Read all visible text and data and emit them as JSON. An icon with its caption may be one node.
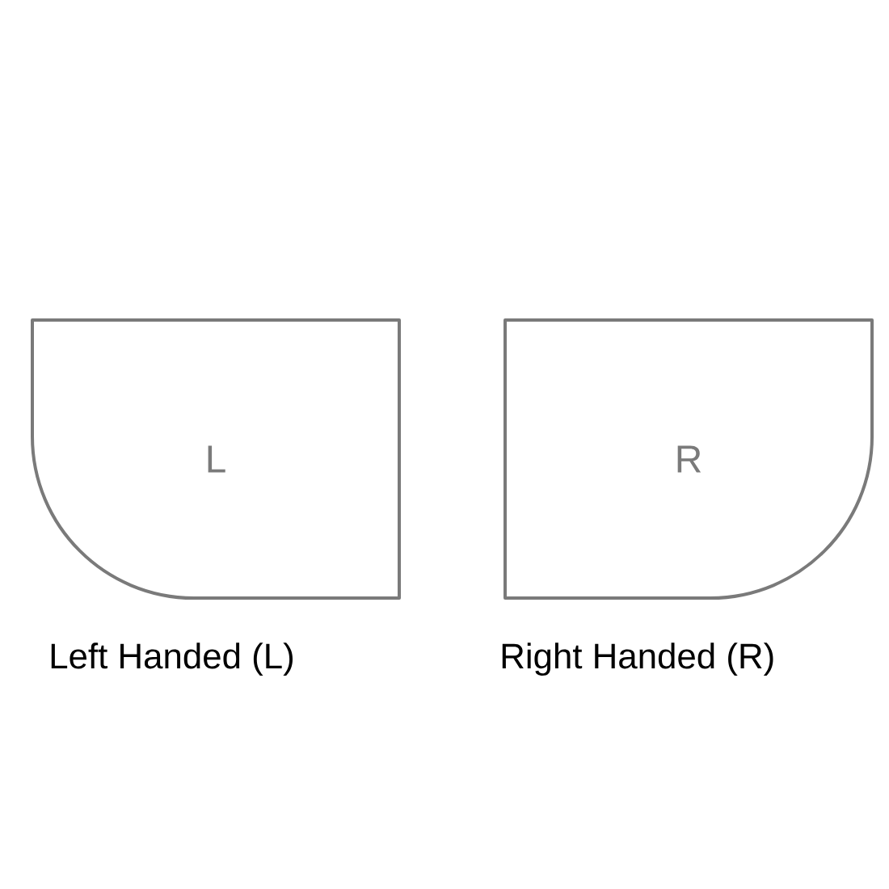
{
  "diagram": {
    "nodes": [
      {
        "text": [
          "L"
        ],
        "beside": [
          "Left Handed (L)"
        ]
      },
      {
        "text": [
          "R"
        ],
        "beside": [
          "Right Handed (R)"
        ]
      }
    ]
  }
}
